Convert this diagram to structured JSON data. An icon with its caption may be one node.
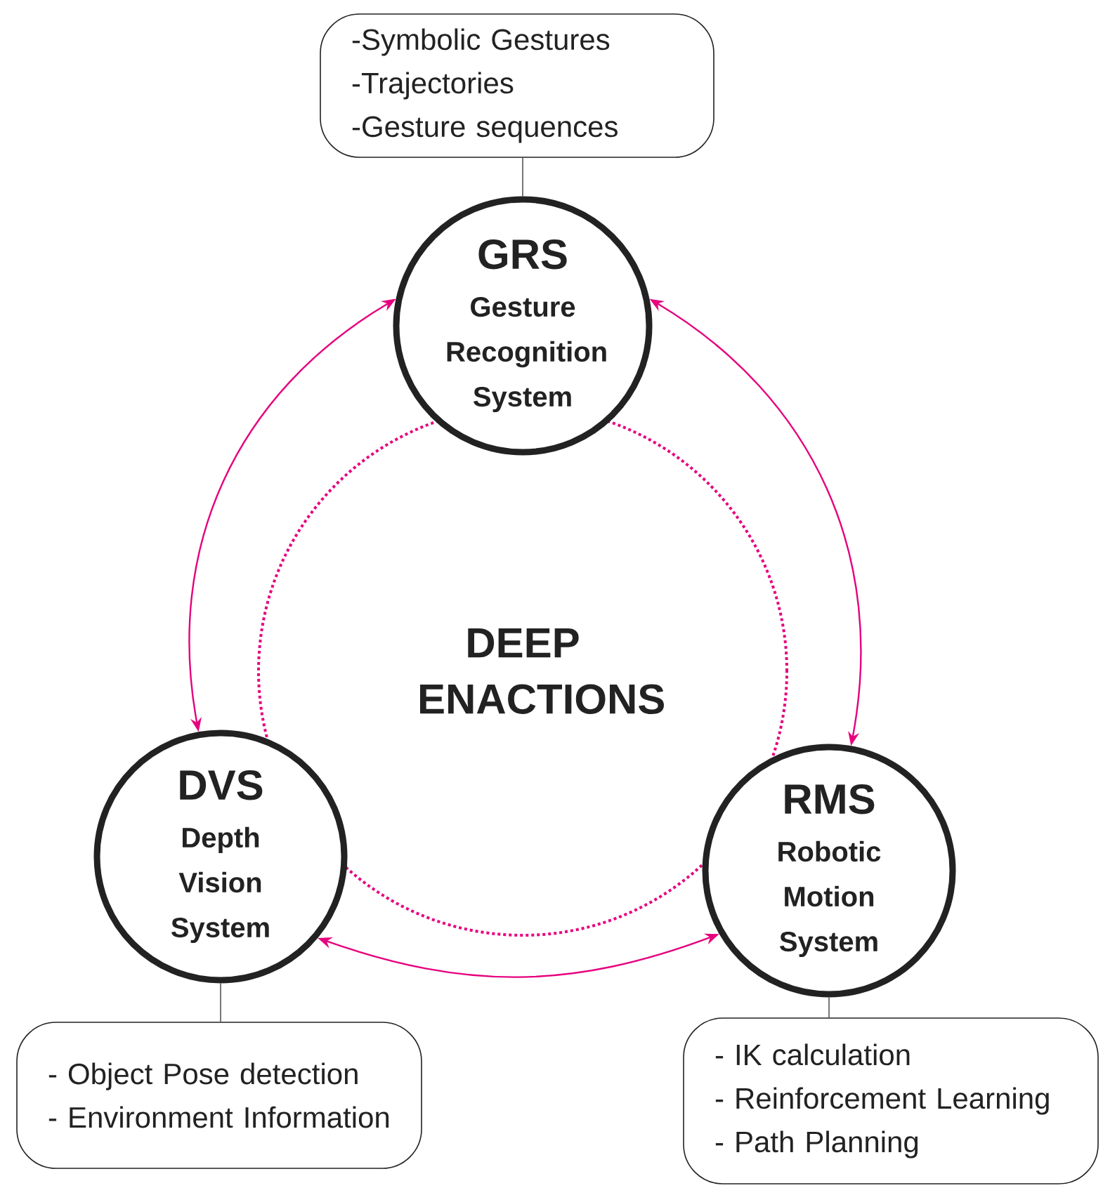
{
  "diagram": {
    "nodes": [
      {
        "text": [
          "-Symbolic Gestures",
          "-Trajectories",
          "-Gesture sequences"
        ]
      },
      {
        "text": [
          "GRS",
          "Gesture Recognition System"
        ]
      },
      {
        "text": [
          "DVS",
          "Depth Vision System"
        ]
      },
      {
        "text": [
          "RMS",
          "Robotic Motion System"
        ]
      },
      {
        "text": [
          "- Object Pose detection",
          "- Environment Information"
        ]
      },
      {
        "text": [
          "- IK calculation",
          "- Reinforcement Learning",
          "- Path Planning"
        ]
      },
      {
        "text": [
          "DEEP ENACTIONS"
        ]
      }
    ],
    "edges": [
      {
        "from": 0,
        "to": 1,
        "arrow": "none",
        "color": "#555555"
      },
      {
        "from": 1,
        "to": 2,
        "arrow": "both",
        "color": "#e6007e"
      },
      {
        "from": 1,
        "to": 3,
        "arrow": "both",
        "color": "#e6007e"
      },
      {
        "from": 2,
        "to": 3,
        "arrow": "both",
        "color": "#e6007e"
      },
      {
        "from": 2,
        "to": 4,
        "arrow": "none",
        "color": "#555555"
      },
      {
        "from": 3,
        "to": 5,
        "arrow": "none",
        "color": "#555555"
      }
    ]
  }
}
